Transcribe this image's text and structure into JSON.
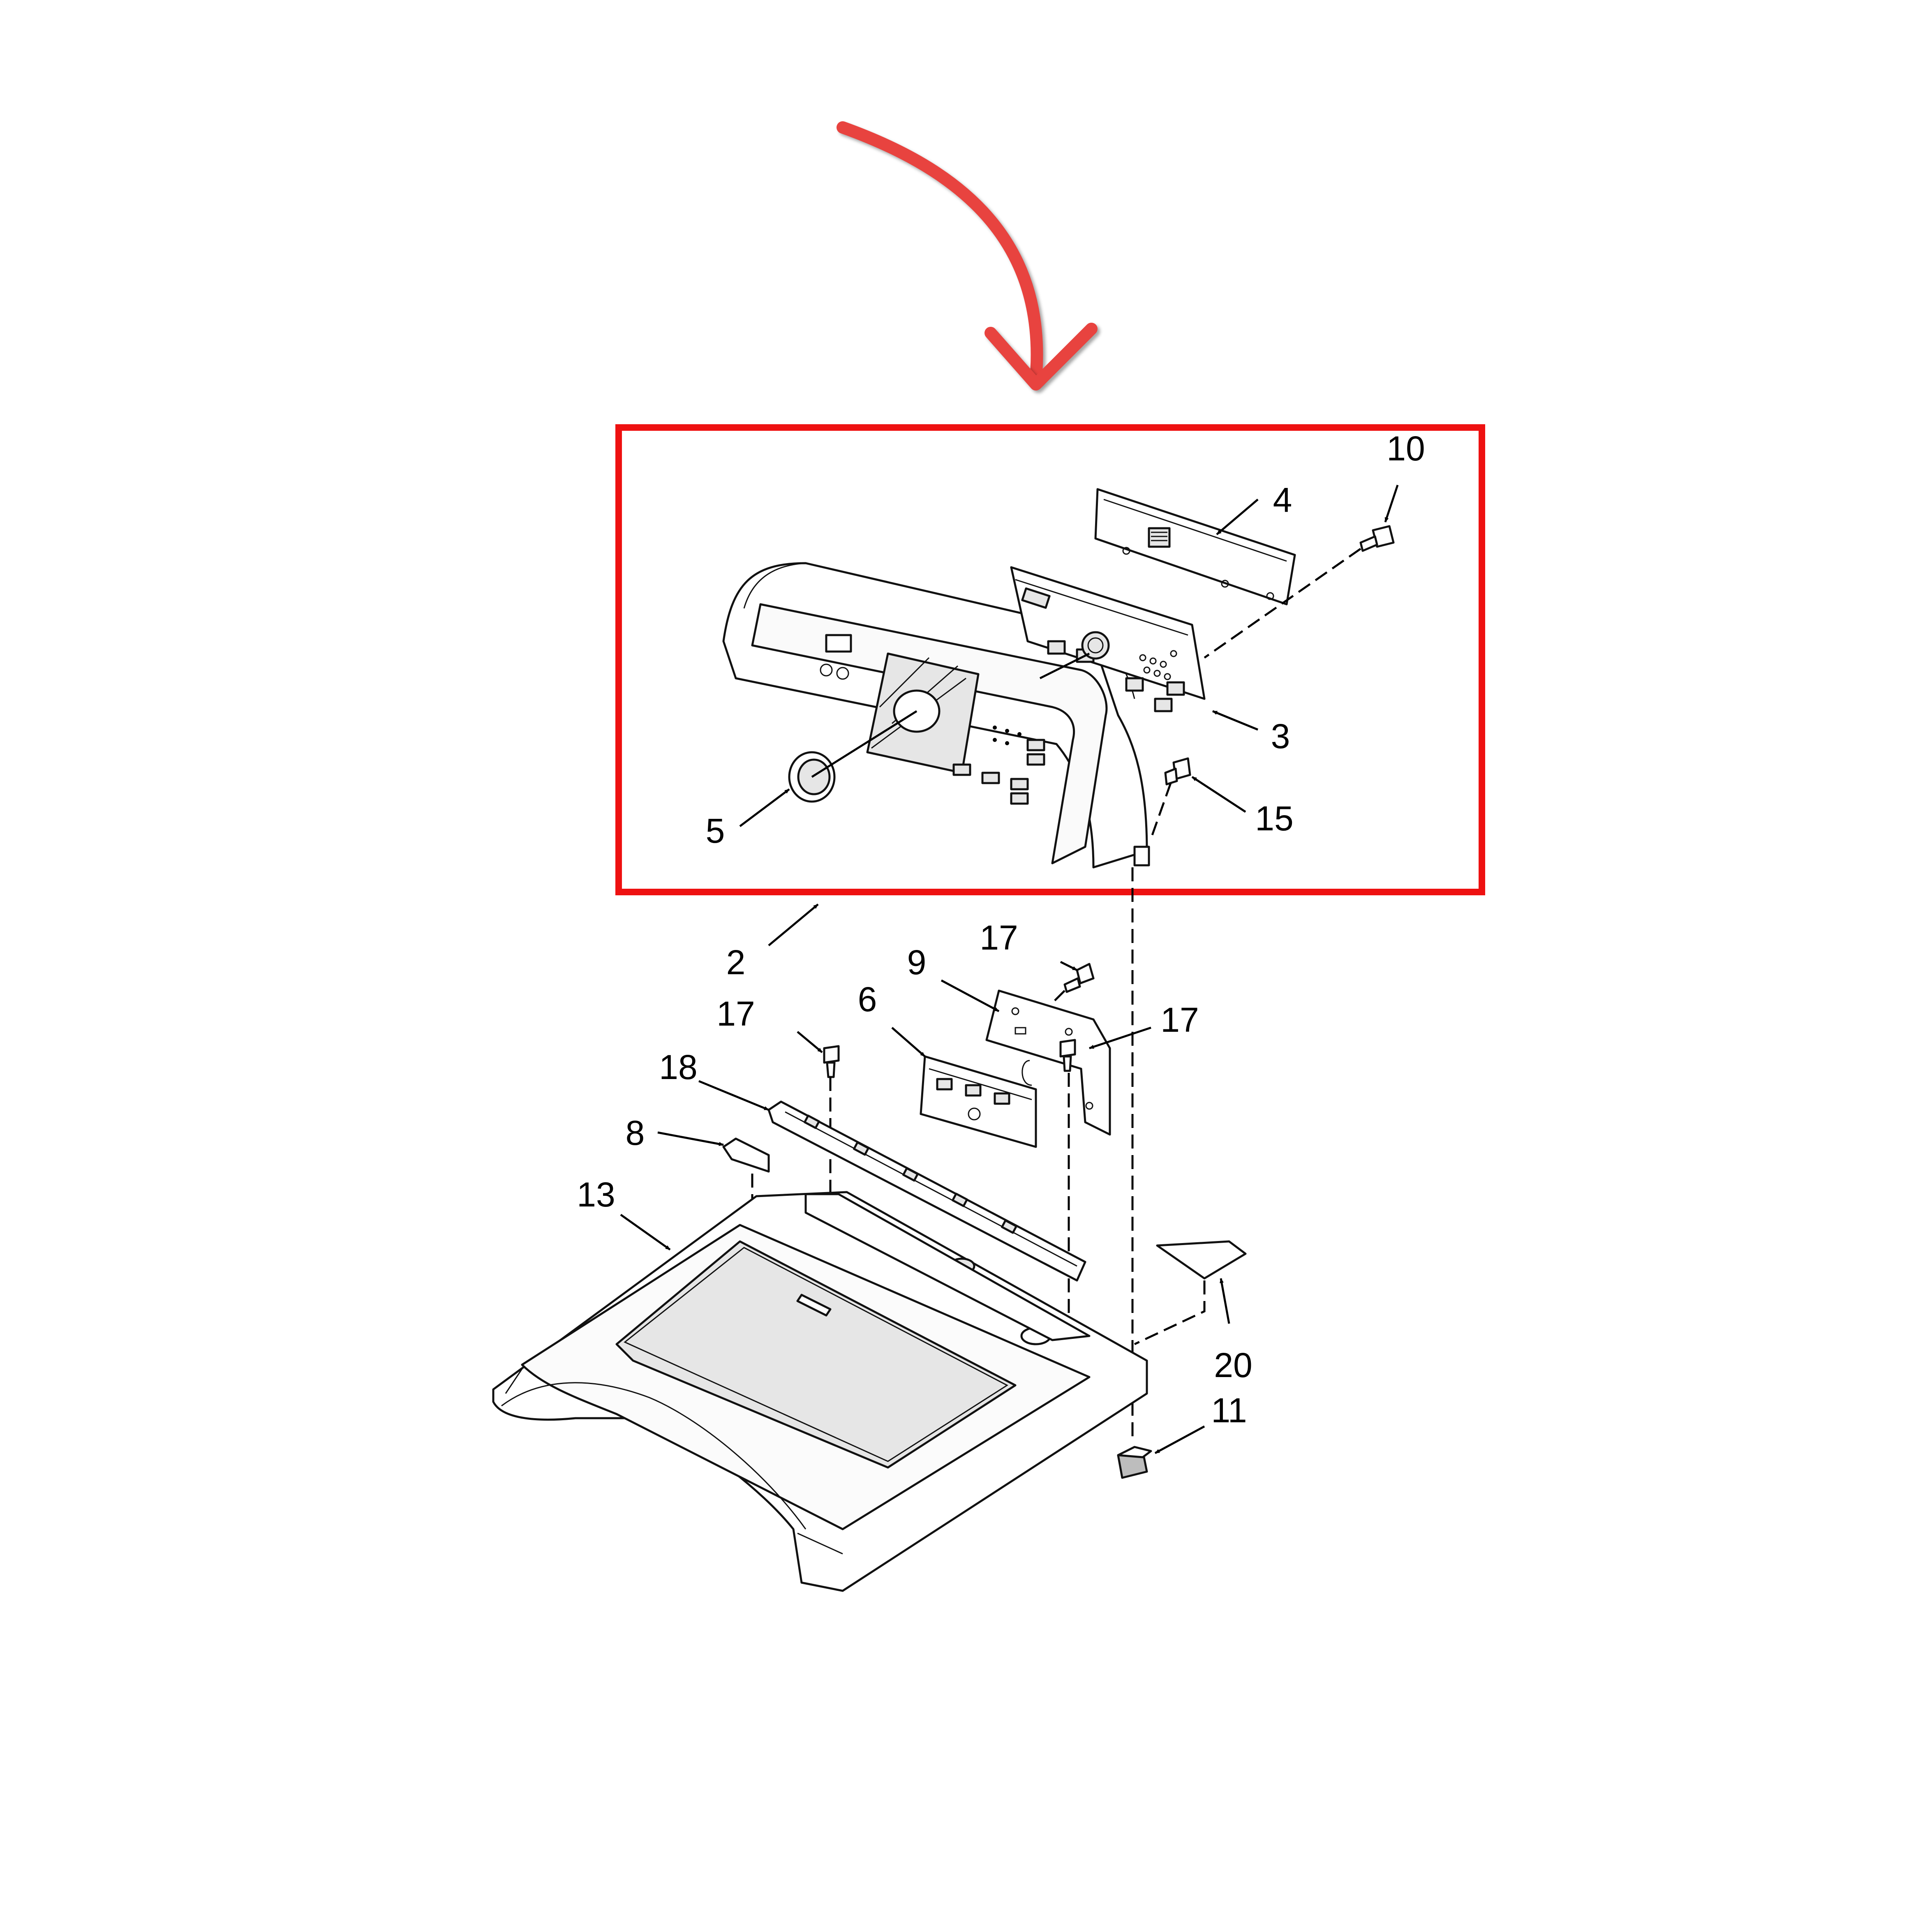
{
  "highlight": {
    "box_color": "#ee1111",
    "arrow_color": "#e8433f"
  },
  "callouts": {
    "c2": "2",
    "c3": "3",
    "c4": "4",
    "c5": "5",
    "c6": "6",
    "c8": "8",
    "c9": "9",
    "c10": "10",
    "c11": "11",
    "c13": "13",
    "c15": "15",
    "c17a": "17",
    "c17b": "17",
    "c17c": "17",
    "c18": "18",
    "c20": "20"
  }
}
